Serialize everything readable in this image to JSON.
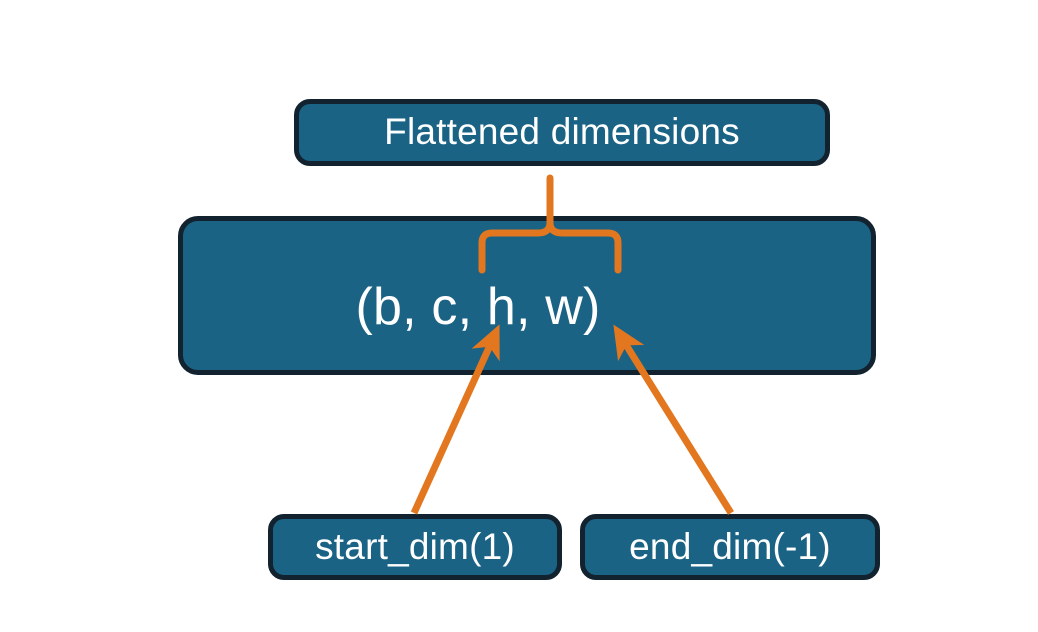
{
  "diagram": {
    "title": "torch flatten start_dim and end_dim illustration",
    "background_color": "#ffffff",
    "node_fill": "#1b6385",
    "node_border": "#12222e",
    "node_text_color": "#ffffff",
    "connector_color": "#e2771f",
    "nodes": {
      "flattened": {
        "label": "Flattened dimensions"
      },
      "shape": {
        "label": "(b, c, h, w)"
      },
      "start_dim": {
        "label": "start_dim(1)"
      },
      "end_dim": {
        "label": "end_dim(-1)"
      }
    },
    "connectors": [
      {
        "name": "brace-over-flattened-dims",
        "type": "curly-brace",
        "from": "shape",
        "to": "flattened"
      },
      {
        "name": "arrow-start-dim",
        "type": "arrow",
        "from": "start_dim",
        "to": "shape"
      },
      {
        "name": "arrow-end-dim",
        "type": "arrow",
        "from": "end_dim",
        "to": "shape"
      }
    ]
  }
}
